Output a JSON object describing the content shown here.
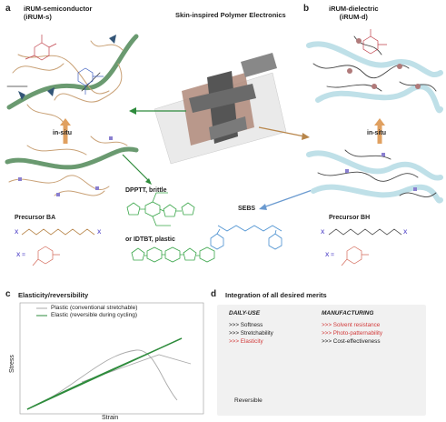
{
  "panel_a": {
    "letter": "a",
    "title_line1": "iRUM-semiconductor",
    "title_line2": "(iRUM-s)",
    "insitu": "in-situ",
    "precursor": "Precursor BA",
    "x_eq": "X ="
  },
  "panel_b": {
    "letter": "b",
    "title_line1": "iRUM-dielectric",
    "title_line2": "(iRUM-d)",
    "insitu": "in-situ",
    "precursor": "Precursor BH",
    "x_eq": "X =",
    "sebs": "SEBS"
  },
  "center": {
    "title": "Skin-inspired Polymer Electronics",
    "dpptt": "DPPTT, brittle",
    "idtbt": "or IDTBT, plastic"
  },
  "panel_c": {
    "letter": "c",
    "title": "Elasticity/reversibility",
    "legend_plastic": "Plastic (conventional stretchable)",
    "legend_elastic": "Elastic (reversible during cycling)",
    "ylabel": "Stress",
    "xlabel": "Strain"
  },
  "panel_d": {
    "letter": "d",
    "title": "Integration of all desired merits",
    "daily": "DAILY-USE",
    "manufacturing": "MANUFACTURING",
    "daily_items": [
      ">>> Softness",
      ">>> Stretchability",
      ">>> Elasticity"
    ],
    "manu_items": [
      ">>> Solvent resistance",
      ">>> Photo-patternability",
      ">>> Cost-effectiveness"
    ],
    "reversible": "Reversible"
  },
  "colors": {
    "green": "#2e8b3c",
    "orange": "#b8864b",
    "red": "#d23a3a",
    "purple": "#7b6bd6",
    "grid": "#8f8fc8"
  }
}
